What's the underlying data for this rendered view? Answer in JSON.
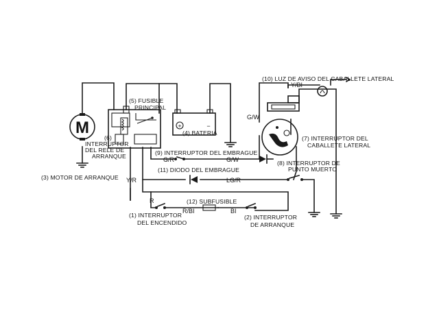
{
  "labels": {
    "motor_letter": "M",
    "fuse_1": "(5) FUSIBLE",
    "fuse_2": "PRINCIPAL",
    "battery": "(4) BATERIA",
    "relay_1": "(6)",
    "relay_2": "INTERRUPTOR",
    "relay_3": "DEL RELE DE",
    "relay_4": "ARRANQUE",
    "motor": "(3) MOTOR DE ARRANQUE",
    "clutch_switch": "(9) INTERRUPTOR DEL EMBRAGUE",
    "clutch_diode": "(11) DIODO DEL EMBRAGUE",
    "subfuse": "(12) SUBFUSIBLE",
    "ignition_1": "(1) INTERRUPTOR",
    "ignition_2": "DEL ENCENDIDO",
    "start_switch_1": "(2) INTERRUPTOR",
    "start_switch_2": "DE ARRANQUE",
    "neutral_1": "(8) INTERRUPTOR DE",
    "neutral_2": "PUNTO MUERTO",
    "sidestand_1": "(7) INTERRUPTOR DEL",
    "sidestand_2": "CABALLETE LATERAL",
    "indicator": "(10) LUZ DE AVISO DEL CABALLETE LATERAL"
  },
  "wire_codes": {
    "g_r": "G/R",
    "g_w_mid": "G/W",
    "g_w_top": "G/W",
    "y_r": "Y/R",
    "lg_r": "LG/R",
    "r": "R",
    "r_bi": "R/BI",
    "bi": "BI",
    "y_bi": "Y/BI"
  },
  "battery_symbols": {
    "plus": "+",
    "minus": "−"
  }
}
